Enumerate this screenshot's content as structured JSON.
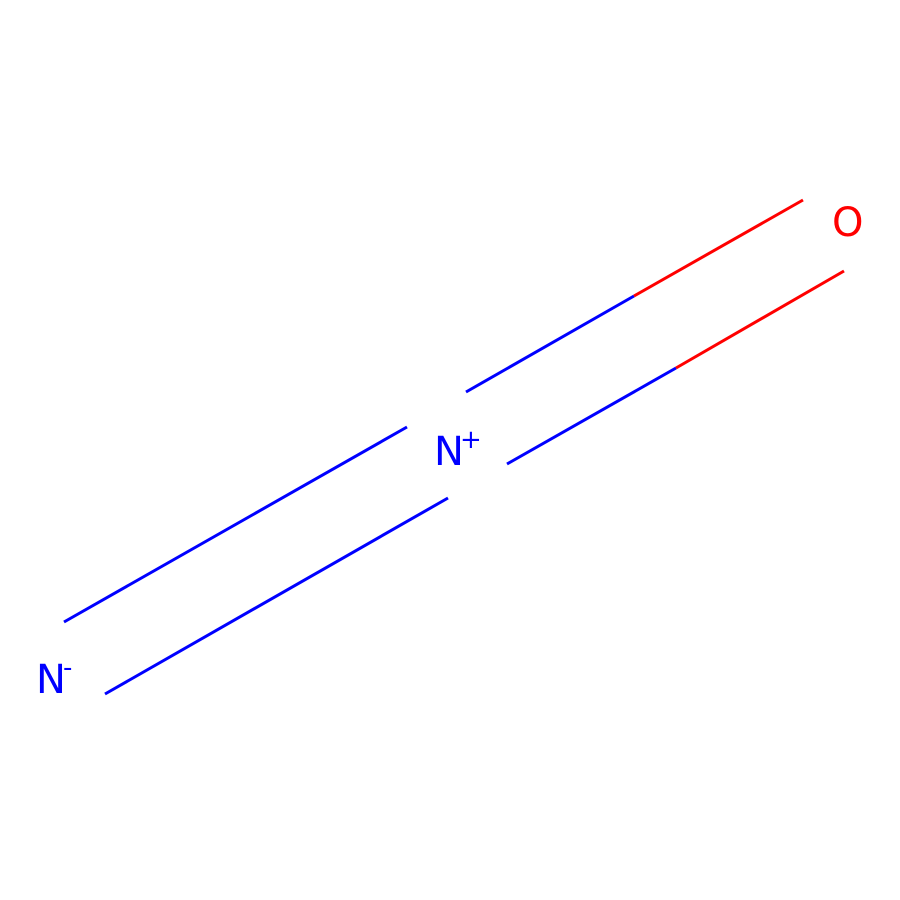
{
  "molecule": {
    "atoms": [
      {
        "id": "n_terminal",
        "element": "N",
        "charge": "-",
        "color": "#0000ff"
      },
      {
        "id": "n_central",
        "element": "N",
        "charge": "+",
        "color": "#0000ff"
      },
      {
        "id": "o",
        "element": "O",
        "charge": "",
        "color": "#ff0000"
      }
    ],
    "bonds": [
      {
        "from": "n_terminal",
        "to": "n_central",
        "order": 2
      },
      {
        "from": "n_central",
        "to": "o",
        "order": 2
      }
    ],
    "colors": {
      "nitrogen": "#0000ff",
      "oxygen": "#ff0000",
      "background": "#ffffff"
    }
  }
}
